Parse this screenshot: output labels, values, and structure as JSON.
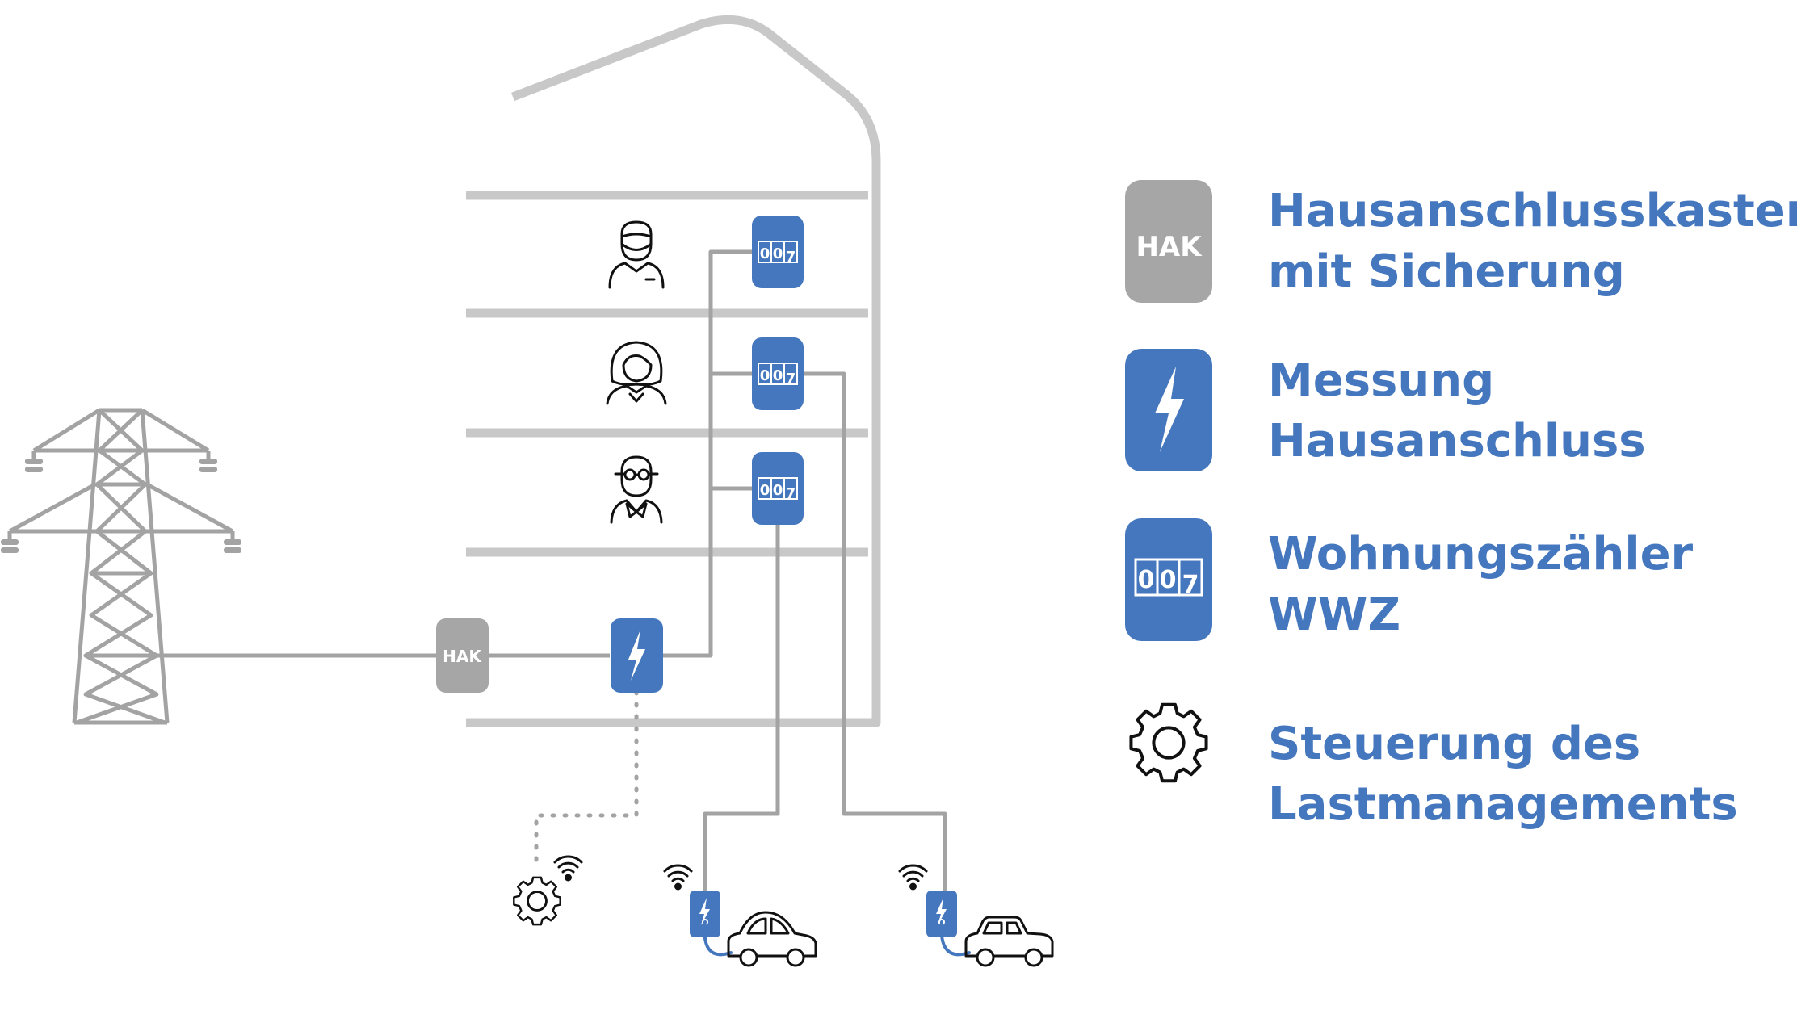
{
  "colors": {
    "grey_line": "#a3a3a3",
    "building": "#c8c8c8",
    "blue": "#4577be",
    "hak_box": "#a6a6a6",
    "text_blue": "#4577be",
    "icon_black": "#111111"
  },
  "diagram": {
    "hak_label": "HAK",
    "meter_digits": [
      "0",
      "0",
      "7"
    ]
  },
  "legend": {
    "items": [
      {
        "icon": "hak-box-icon",
        "label": "HAK",
        "line1": "Hausanschlusskasten",
        "line2": "mit Sicherung"
      },
      {
        "icon": "lightning-box-icon",
        "line1": "Messung",
        "line2": "Hausanschluss"
      },
      {
        "icon": "meter-box-icon",
        "digits": [
          "0",
          "0",
          "7"
        ],
        "line1": "Wohnungszähler",
        "line2": "WWZ"
      },
      {
        "icon": "gear-icon",
        "line1": "Steuerung des",
        "line2": "Lastmanagements"
      }
    ]
  }
}
